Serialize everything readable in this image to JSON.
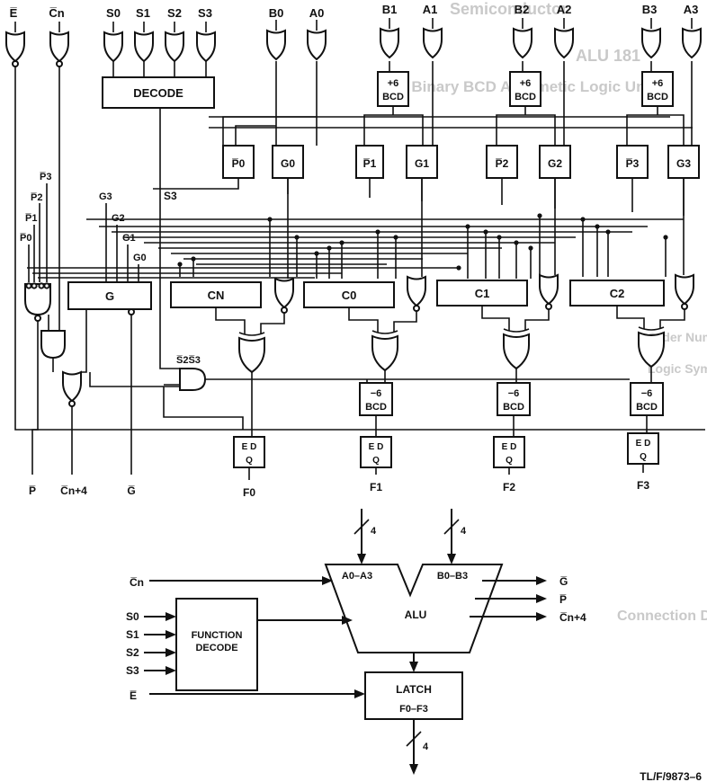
{
  "top_inputs": [
    "E̅",
    "C̅n",
    "S0",
    "S1",
    "S2",
    "S3",
    "B0",
    "A0",
    "B1",
    "A1",
    "B2",
    "A2",
    "B3",
    "A3"
  ],
  "blocks": {
    "decode": "DECODE",
    "bcd_add": [
      "+6",
      "BCD"
    ],
    "bcd_sub": [
      "−6",
      "BCD"
    ],
    "propagate": [
      "P̅0",
      "P̅1",
      "P̅2",
      "P̅3"
    ],
    "generate": [
      "G0",
      "G1",
      "G2",
      "G3"
    ],
    "g_block": "G",
    "carry": [
      "CN",
      "C0",
      "C1",
      "C2"
    ],
    "latch_ed": "E  D",
    "latch_q": "Q"
  },
  "side_labels": {
    "p_inputs": [
      "P̅3",
      "P̅2",
      "P̅1",
      "P̅0"
    ],
    "g_inputs": [
      "G3",
      "G2",
      "G1",
      "G0"
    ],
    "s3": "S3",
    "s2s3": "S̅2S̅3"
  },
  "bottom_outputs": [
    "P̅",
    "C̅n+4",
    "G̅",
    "F0",
    "F1",
    "F2",
    "F3"
  ],
  "block_diagram": {
    "bus_width_a": "4",
    "bus_width_b": "4",
    "bus_width_out": "4",
    "cn_input": "C̅n",
    "s_inputs": [
      "S0",
      "S1",
      "S2",
      "S3"
    ],
    "e_input": "E̅",
    "function_decode": [
      "FUNCTION",
      "DECODE"
    ],
    "alu": "ALU",
    "alu_in_a": "A0–A3",
    "alu_in_b": "B0–B3",
    "alu_outputs": [
      "G̅",
      "P̅",
      "C̅n+4"
    ],
    "latch": "LATCH",
    "latch_out": "F0–F3"
  },
  "figure_id": "TL/F/9873–6",
  "background_text": [
    "Semiconductor",
    "ALU 181",
    "Bit Binary BCD Arithmetic Logic Unit",
    "Connection Diagram",
    "Order Number",
    "Logic Symbol"
  ]
}
